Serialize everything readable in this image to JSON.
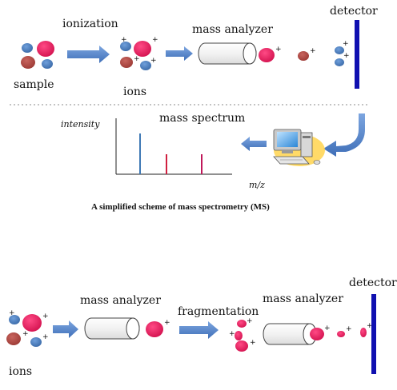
{
  "labels": {
    "ionization": "ionization",
    "sample": "sample",
    "ions_top": "ions",
    "mass_analyzer_top": "mass analyzer",
    "detector_top": "detector",
    "intensity": "intensity",
    "mass_spectrum": "mass spectrum",
    "mz": "m/z",
    "caption": "A simplified scheme of mass spectrometry (MS)",
    "ions_bottom": "ions",
    "mass_analyzer_bottom_1": "mass analyzer",
    "fragmentation": "fragmentation",
    "mass_analyzer_bottom_2": "mass analyzer",
    "detector_bottom": "detector"
  },
  "charge_symbol": "+",
  "colors": {
    "pink_ion": "#e01a5a",
    "red_ion": "#b04a45",
    "blue_ion": "#4a7fc1",
    "arrow_fill": "#5b8bd0",
    "detector_bar": "#1010b0",
    "spectrum_peak_blue": "#3f79b5",
    "spectrum_peak_red": "#d02040",
    "spectrum_peak_pink": "#c0185a"
  },
  "icons": {
    "computer": "computer-icon",
    "curved_arrow": "curved-arrow-icon"
  }
}
